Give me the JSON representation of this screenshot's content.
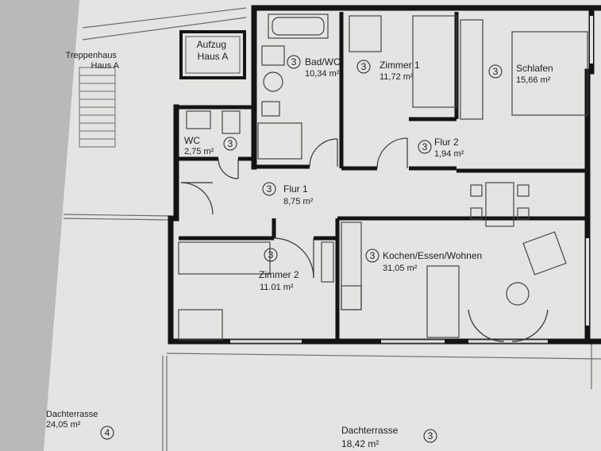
{
  "building": {
    "stairwell_label": "Treppenhaus\nHaus A",
    "elevator_label": "Aufzug\nHaus A"
  },
  "rooms": {
    "bad": {
      "name": "Bad/WC",
      "area": "10,34 m²",
      "marker": "3"
    },
    "zimmer1": {
      "name": "Zimmer 1",
      "area": "11,72 m²",
      "marker": "3"
    },
    "schlafen": {
      "name": "Schlafen",
      "area": "15,66 m²",
      "marker": "3"
    },
    "wc": {
      "name": "WC",
      "area": "2,75 m²",
      "marker": "3"
    },
    "flur2": {
      "name": "Flur 2",
      "area": "1,94 m²",
      "marker": "3"
    },
    "flur1": {
      "name": "Flur 1",
      "area": "8,75 m²",
      "marker": "3"
    },
    "zimmer2": {
      "name": "Zimmer 2",
      "area": "11.01 m²",
      "marker": "3"
    },
    "kochen": {
      "name": "Kochen/Essen/Wohnen",
      "area": "31,05 m²",
      "marker": "3"
    },
    "dachterrasse_left": {
      "name": "Dachterrasse",
      "area": "24,05 m²",
      "marker": "4"
    },
    "dachterrasse_right": {
      "name": "Dachterrasse",
      "area": "18,42 m²",
      "marker": "3"
    }
  },
  "colors": {
    "paper": "#e4e5e2",
    "wall": "#141414",
    "line": "#555555",
    "shadow": "#b9bab7"
  }
}
